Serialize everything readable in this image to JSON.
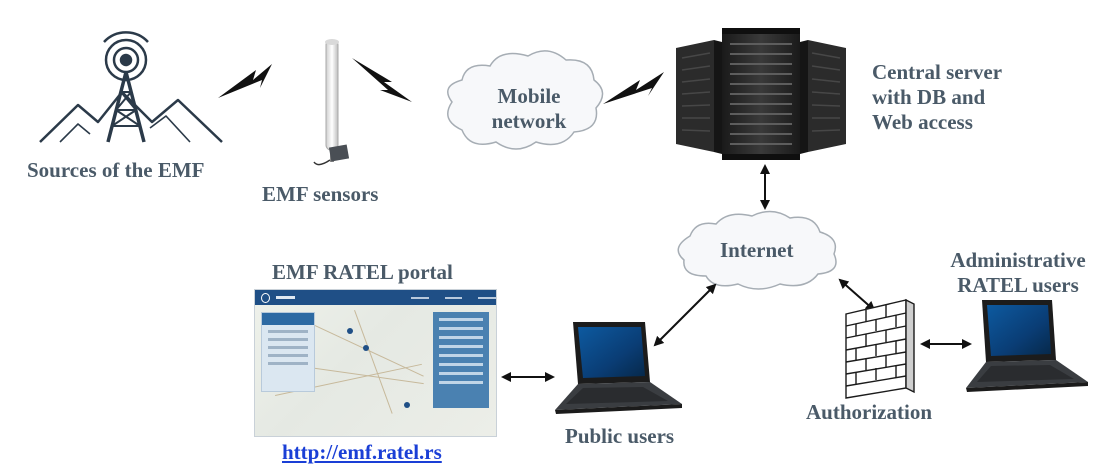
{
  "labels": {
    "sources": "Sources of the EMF",
    "sensors": "EMF sensors",
    "mobile_network": [
      "Mobile",
      "network"
    ],
    "central_server": [
      "Central server",
      "with DB and",
      "Web access"
    ],
    "internet": "Internet",
    "portal_title": "EMF RATEL portal",
    "portal_url": "http://emf.ratel.rs",
    "admin_users": [
      "Administrative",
      "RATEL users"
    ],
    "authorization": "Authorization",
    "public_users": "Public users"
  },
  "colors": {
    "label_text": "#4a5a68",
    "link": "#1a3fd6",
    "line_art": "#2b3a49",
    "lightning": "#111111",
    "server": "#2a2a2a"
  },
  "icons": {
    "tower": "radio-tower-icon",
    "sensor": "emf-sensor-probe-icon",
    "cloud": "cloud-icon",
    "server": "server-rack-icon",
    "laptop": "laptop-icon",
    "firewall": "firewall-brick-icon",
    "lightning": "wireless-link-lightning-icon",
    "arrow": "bidirectional-arrow-icon"
  }
}
